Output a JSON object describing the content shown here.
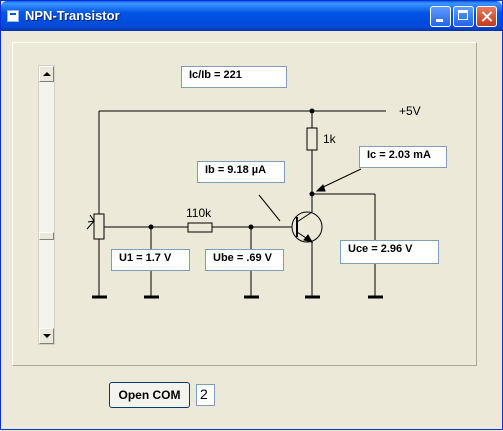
{
  "window": {
    "title": "NPN-Transistor"
  },
  "readouts": {
    "ic_ib": "Ic/Ib =  221",
    "ib": "Ib =  9.18 µA",
    "ic": "Ic =  2.03 mA",
    "u1": "U1 =  1.7 V",
    "ube": "Ube =  .69 V",
    "uce": "Uce =  2.96 V"
  },
  "labels": {
    "supply": "+5V",
    "rc": "1k",
    "rb": "110k"
  },
  "controls": {
    "open_com_label": "Open COM",
    "com_port": "2"
  },
  "slider": {
    "position": 0.63
  },
  "icons": [
    "app-icon",
    "minimize-icon",
    "maximize-icon",
    "close-icon",
    "scroll-up-arrow-icon",
    "scroll-down-arrow-icon"
  ]
}
